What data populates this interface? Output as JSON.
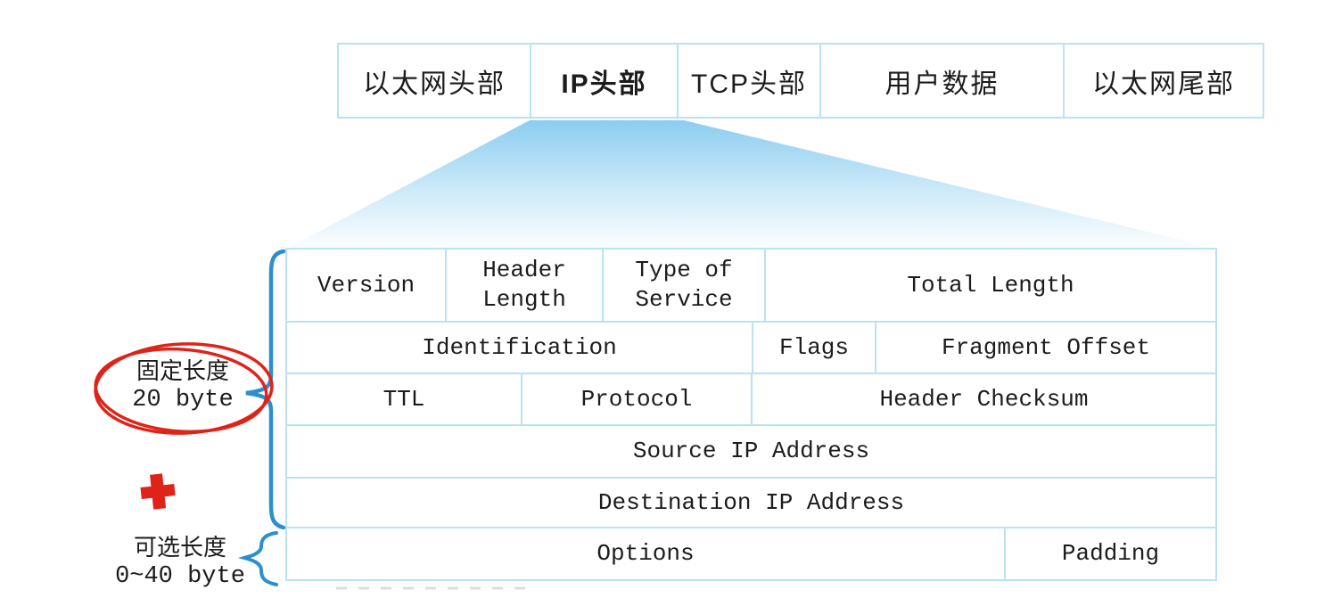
{
  "colors": {
    "border": "#b9e3f4",
    "funnel-top": "#8ccdf0",
    "brace": "#2b8fce",
    "red": "#e02318",
    "text": "#1c1c1c"
  },
  "packet_row": {
    "cells": [
      {
        "label": "以太网头部"
      },
      {
        "label": "IP头部"
      },
      {
        "label": "TCP头部"
      },
      {
        "label": "用户数据"
      },
      {
        "label": "以太网尾部"
      }
    ]
  },
  "ip_header": {
    "rows": [
      [
        "Version",
        "Header Length",
        "Type of Service",
        "Total Length"
      ],
      [
        "Identification",
        "Flags",
        "Fragment Offset"
      ],
      [
        "TTL",
        "Protocol",
        "Header Checksum"
      ],
      [
        "Source IP Address"
      ],
      [
        "Destination IP Address"
      ],
      [
        "Options",
        "Padding"
      ]
    ]
  },
  "annotations": {
    "fixed_length_line1": "固定长度",
    "fixed_length_line2": "20 byte",
    "optional_length_line1": "可选长度",
    "optional_length_line2": "0~40 byte"
  }
}
